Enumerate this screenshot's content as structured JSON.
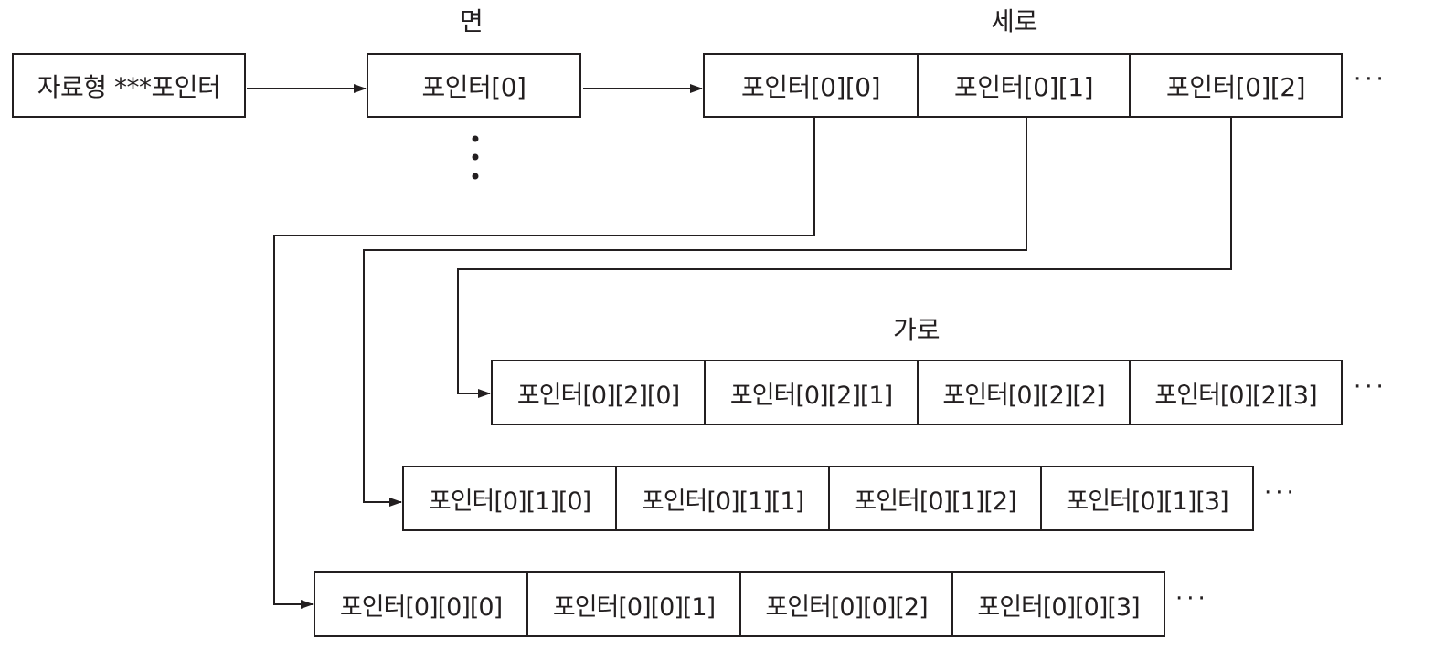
{
  "labels": {
    "plane": "면",
    "column": "세로",
    "row": "가로"
  },
  "base_pointer": "자료형 ***포인터",
  "level1": [
    "포인터[0]"
  ],
  "level2": [
    "포인터[0][0]",
    "포인터[0][1]",
    "포인터[0][2]"
  ],
  "level3": {
    "row_2": [
      "포인터[0][2][0]",
      "포인터[0][2][1]",
      "포인터[0][2][2]",
      "포인터[0][2][3]"
    ],
    "row_1": [
      "포인터[0][1][0]",
      "포인터[0][1][1]",
      "포인터[0][1][2]",
      "포인터[0][1][3]"
    ],
    "row_0": [
      "포인터[0][0][0]",
      "포인터[0][0][1]",
      "포인터[0][0][2]",
      "포인터[0][0][3]"
    ]
  },
  "continuation": "···"
}
